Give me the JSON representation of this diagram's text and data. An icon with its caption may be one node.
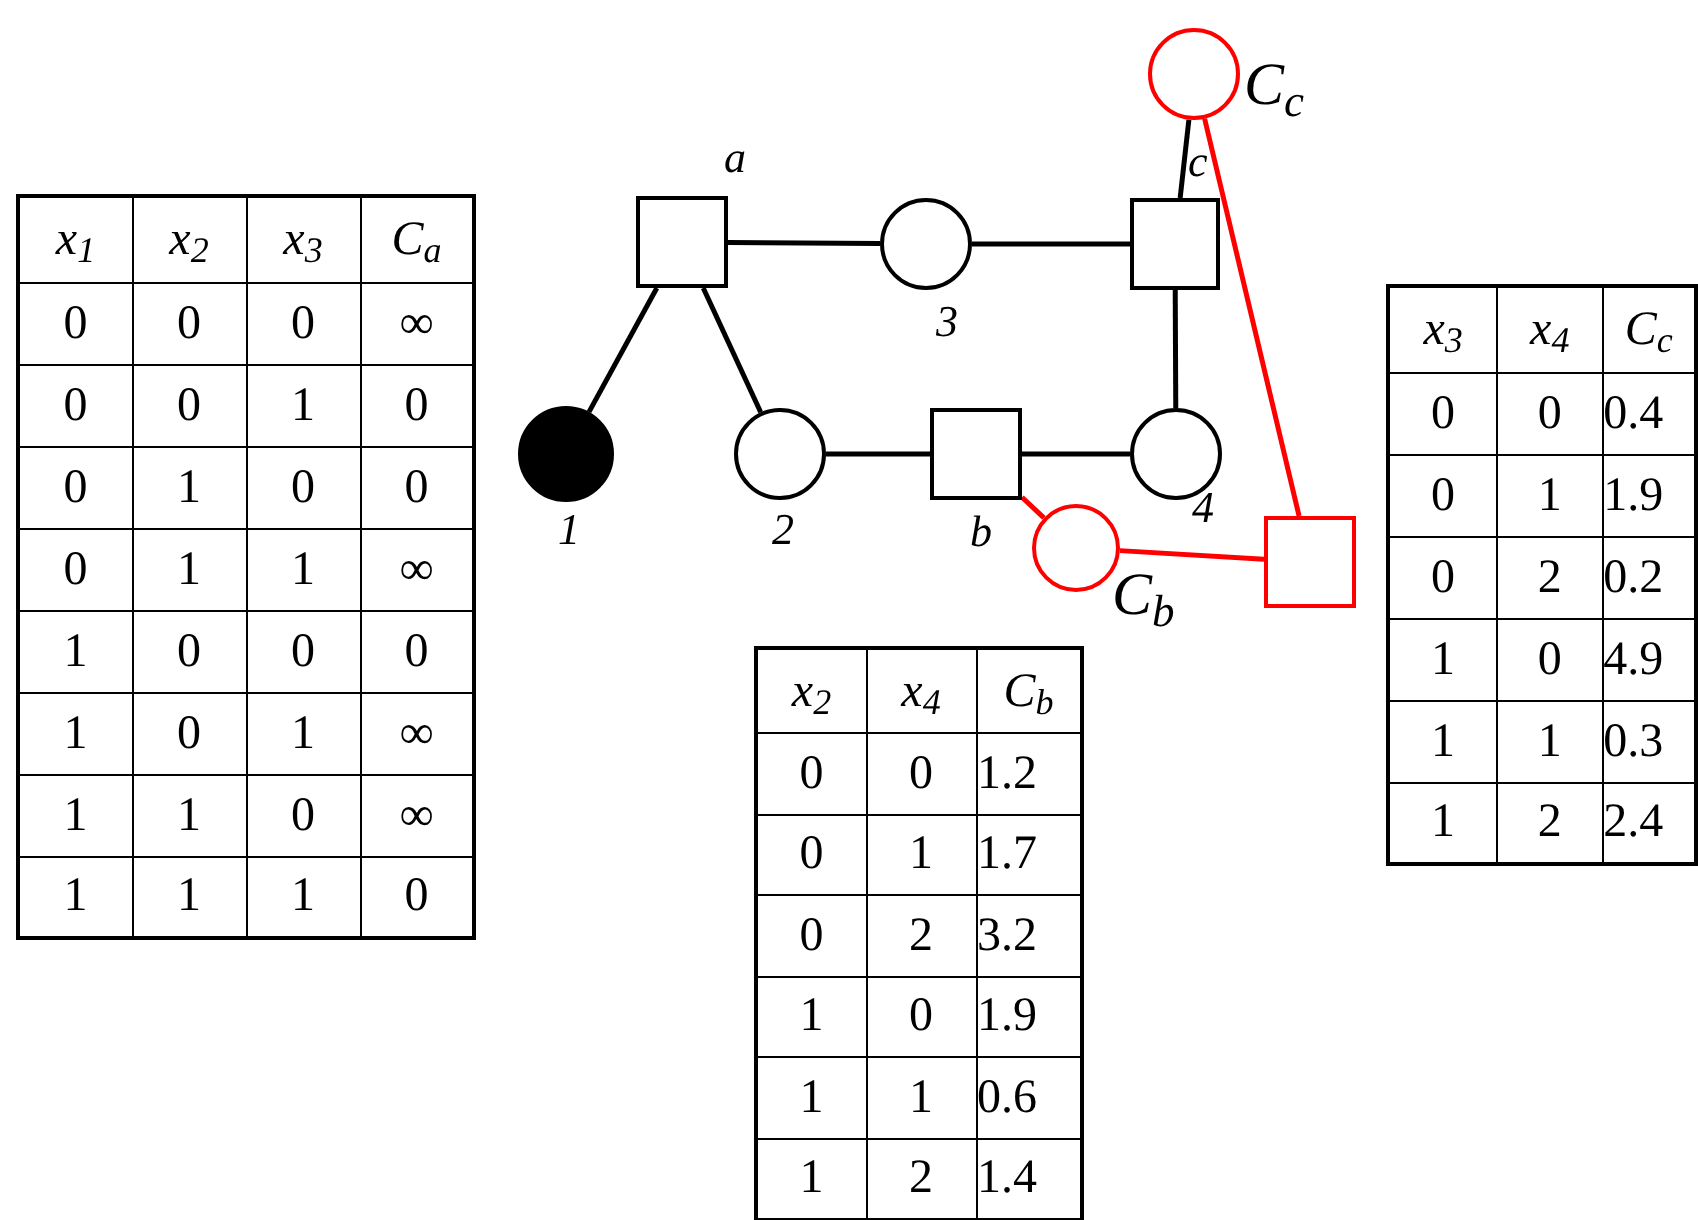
{
  "diagram": {
    "nodes": [
      {
        "text": [],
        "shape": "circle",
        "beside": [
          "C$_{c}$"
        ]
      },
      {
        "text": [],
        "shape": "box",
        "beside": [
          "a"
        ]
      },
      {
        "text": [],
        "shape": "circle",
        "beside": [
          "3"
        ]
      },
      {
        "text": [],
        "shape": "box",
        "beside": [
          "c"
        ]
      },
      {
        "text": [],
        "shape": "circle",
        "beside": [
          "1"
        ]
      },
      {
        "text": [],
        "shape": "circle",
        "beside": [
          "2"
        ]
      },
      {
        "text": [],
        "shape": "box",
        "beside": [
          "b"
        ]
      },
      {
        "text": [],
        "shape": "circle",
        "beside": [
          "4"
        ]
      },
      {
        "text": [],
        "shape": "circle",
        "beside": [
          "C$_{b}$"
        ]
      },
      {
        "text": [],
        "shape": "box"
      }
    ],
    "edges": [
      {
        "from": 1,
        "to": 2,
        "arrow": "none"
      },
      {
        "from": 2,
        "to": 3,
        "arrow": "none"
      },
      {
        "from": 1,
        "to": 4,
        "arrow": "none"
      },
      {
        "from": 1,
        "to": 5,
        "arrow": "none"
      },
      {
        "from": 5,
        "to": 6,
        "arrow": "none"
      },
      {
        "from": 6,
        "to": 7,
        "arrow": "none"
      },
      {
        "from": 3,
        "to": 7,
        "arrow": "none"
      },
      {
        "from": 0,
        "to": 3,
        "arrow": "none"
      },
      {
        "from": 0,
        "to": 9,
        "arrow": "none",
        "color": "#ff0000"
      },
      {
        "from": 6,
        "to": 8,
        "arrow": "none",
        "color": "#ff0000"
      },
      {
        "from": 8,
        "to": 9,
        "arrow": "none",
        "color": "#ff0000"
      }
    ],
    "labels": [
      "x$_{1}$",
      "x$_{2}$",
      "x$_{3}$",
      "C$_{a}$",
      "0",
      "0",
      "0",
      "∞",
      "0",
      "0",
      "1",
      "0",
      "0",
      "1",
      "0",
      "0",
      "0",
      "1",
      "1",
      "∞",
      "1",
      "0",
      "0",
      "0",
      "1",
      "0",
      "1",
      "∞",
      "1",
      "1",
      "0",
      "∞",
      "1",
      "1",
      "1",
      "0",
      "x$_{2}$",
      "x$_{4}$",
      "C$_{b}$",
      "0",
      "0",
      "1.2",
      "0",
      "1",
      "1.7",
      "0",
      "2",
      "3.2",
      "1",
      "0",
      "1.9",
      "1",
      "1",
      "0.6",
      "1",
      "2",
      "1.4",
      "x$_{3}$",
      "x$_{4}$",
      "C$_{c}$",
      "0",
      "0",
      "0.4",
      "0",
      "1",
      "1.9",
      "0",
      "2",
      "0.2",
      "1",
      "0",
      "4.9",
      "1",
      "1",
      "0.3",
      "1",
      "2",
      "2.4"
    ]
  }
}
